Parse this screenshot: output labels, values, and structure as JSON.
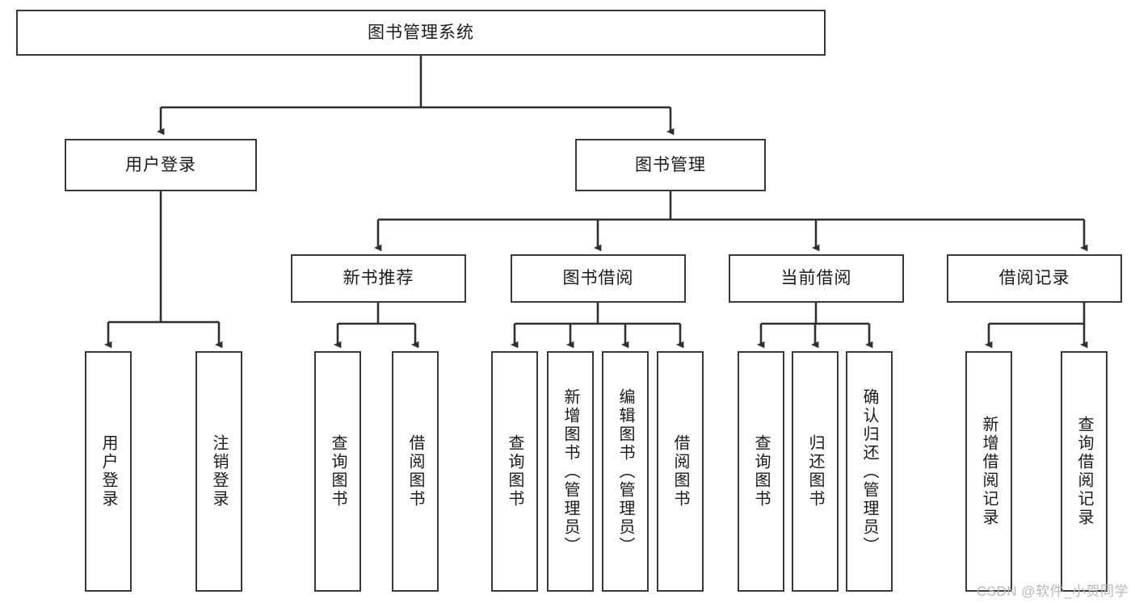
{
  "diagram": {
    "title": "图书管理系统",
    "type": "tree",
    "root": {
      "label": "图书管理系统"
    },
    "level2": [
      {
        "id": "user-login",
        "label": "用户登录"
      },
      {
        "id": "book-management",
        "label": "图书管理"
      }
    ],
    "level3": [
      {
        "id": "new-book-recommend",
        "label": "新书推荐",
        "parent": "book-management"
      },
      {
        "id": "book-borrow",
        "label": "图书借阅",
        "parent": "book-management"
      },
      {
        "id": "current-borrow",
        "label": "当前借阅",
        "parent": "book-management"
      },
      {
        "id": "borrow-record",
        "label": "借阅记录",
        "parent": "book-management"
      }
    ],
    "leaves": [
      {
        "id": "leaf-user-login",
        "label": "用户登录",
        "parent": "user-login"
      },
      {
        "id": "leaf-logout-login",
        "label": "注销登录",
        "parent": "user-login"
      },
      {
        "id": "leaf-query-book-1",
        "label": "查询图书",
        "parent": "new-book-recommend"
      },
      {
        "id": "leaf-borrow-book-1",
        "label": "借阅图书",
        "parent": "new-book-recommend"
      },
      {
        "id": "leaf-query-book-2",
        "label": "查询图书",
        "parent": "book-borrow"
      },
      {
        "id": "leaf-add-book",
        "label": "新增图书（管理员）",
        "parent": "book-borrow"
      },
      {
        "id": "leaf-edit-book",
        "label": "编辑图书（管理员）",
        "parent": "book-borrow"
      },
      {
        "id": "leaf-borrow-book-2",
        "label": "借阅图书",
        "parent": "book-borrow"
      },
      {
        "id": "leaf-query-book-3",
        "label": "查询图书",
        "parent": "current-borrow"
      },
      {
        "id": "leaf-return-book",
        "label": "归还图书",
        "parent": "current-borrow"
      },
      {
        "id": "leaf-confirm-return",
        "label": "确认归还（管理员）",
        "parent": "current-borrow"
      },
      {
        "id": "leaf-add-record",
        "label": "新增借阅记录",
        "parent": "borrow-record"
      },
      {
        "id": "leaf-query-record",
        "label": "查询借阅记录",
        "parent": "borrow-record"
      }
    ],
    "colors": {
      "stroke": "#3a3a3a",
      "fill": "#ffffff",
      "text": "#1a1a1a",
      "watermark": "#b9b9b9"
    }
  },
  "watermark": {
    "text": "CSDN @软件_小贺同学"
  }
}
